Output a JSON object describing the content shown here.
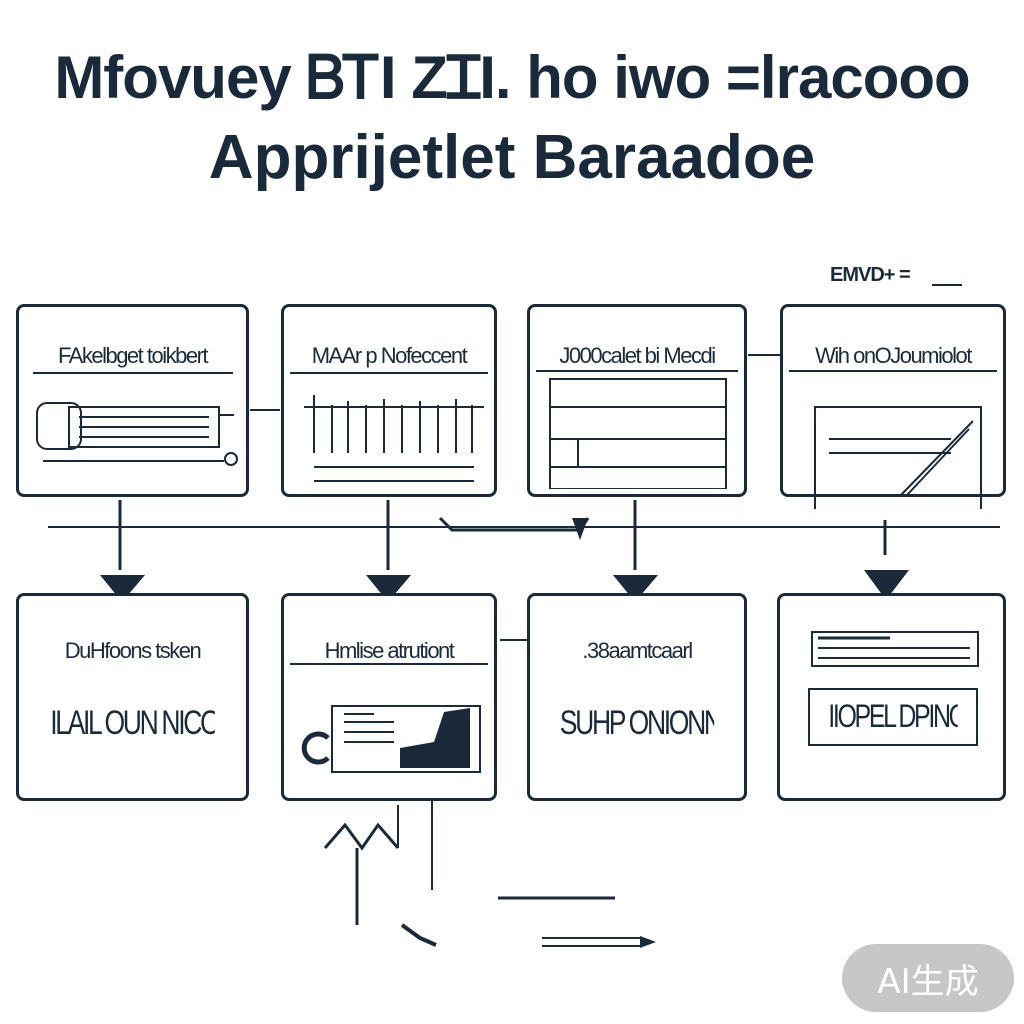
{
  "title": {
    "line1": "Mfovuey ᏴᎢI ZꞮI. ho iwo =lracooo",
    "line2": "Apprijetlet Baraadoe"
  },
  "top_tag": "EMVD+ =",
  "top_row": [
    {
      "label": "FAkelbget toikbert"
    },
    {
      "label": "MAAr p Nofeccent"
    },
    {
      "label": "J000calet bi Mecdi"
    },
    {
      "label": "Wih onOJoumiolot"
    }
  ],
  "bottom_row": [
    {
      "label": "DuHfoons tsken",
      "sub": "ILAIL OUN NICODI"
    },
    {
      "label": "Hmlise atrutiont",
      "sub": ""
    },
    {
      "label": ".38aamtcaarl",
      "sub": "SUHP ONIONN DOD"
    },
    {
      "label": "",
      "sub": "IIOPEL DPINOSU"
    }
  ],
  "badge": "AI生成",
  "colors": {
    "ink": "#1b2a3a",
    "background": "#ffffff",
    "badge": "#c7c7c7"
  }
}
